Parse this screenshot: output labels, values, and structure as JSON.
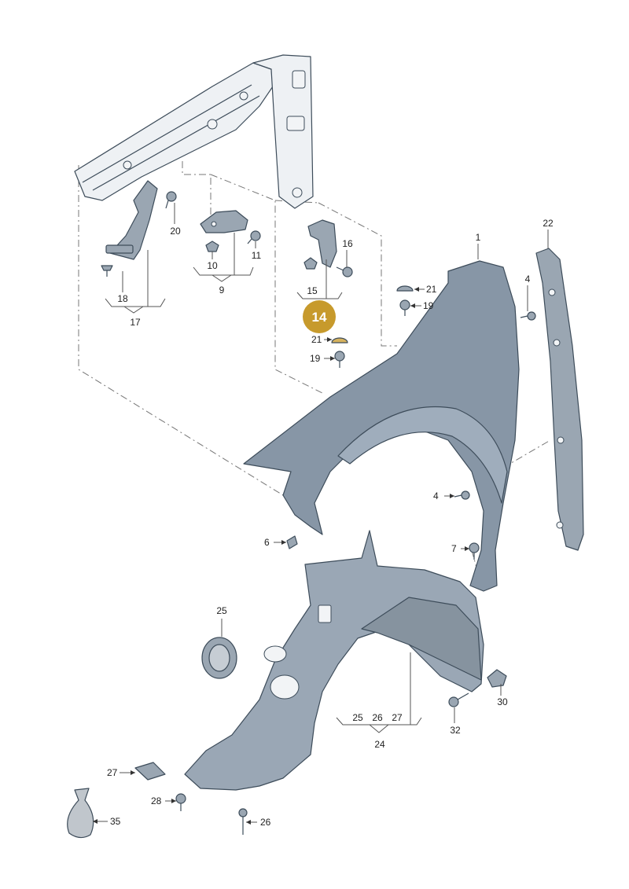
{
  "callouts": {
    "c1": "1",
    "c4a": "4",
    "c4b": "4",
    "c6": "6",
    "c7": "7",
    "c9": "9",
    "c10": "10",
    "c11": "11",
    "c14": "14",
    "c15": "15",
    "c16": "16",
    "c17": "17",
    "c18": "18",
    "c19a": "19",
    "c19b": "19",
    "c20": "20",
    "c21a": "21",
    "c21b": "21",
    "c22": "22",
    "c24": "24",
    "c25": "25",
    "c25b": "25",
    "c26b": "26",
    "c27b": "27",
    "c26": "26",
    "c27": "27",
    "c28": "28",
    "c30": "30",
    "c32": "32",
    "c35": "35"
  },
  "colors": {
    "highlight_badge": "#c79a2c",
    "fender": "#8796a6",
    "wheel_liner": "#9aa7b5",
    "frame": "#eef1f4"
  }
}
